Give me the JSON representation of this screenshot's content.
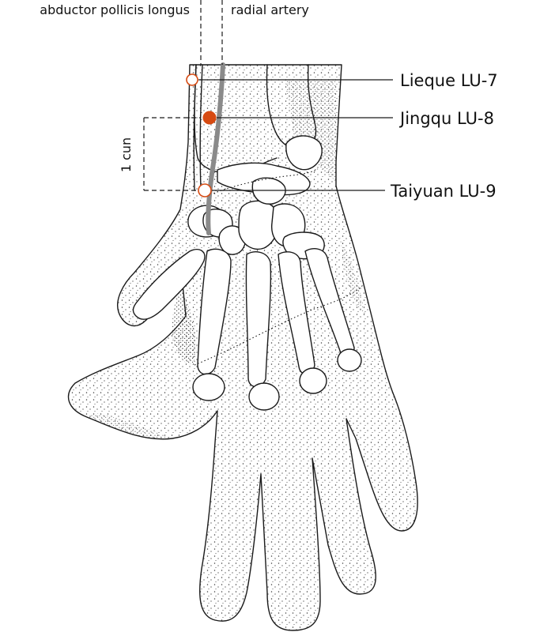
{
  "labels": {
    "tendon": "abductor pollicis longus",
    "artery": "radial artery",
    "cun": "1 cun"
  },
  "points": [
    {
      "name": "Lieque LU-7",
      "style": "hollow-half"
    },
    {
      "name": "Jingqu LU-8",
      "style": "filled"
    },
    {
      "name": "Taiyuan LU-9",
      "style": "hollow"
    }
  ],
  "colors": {
    "point_fill": "#d64a12",
    "point_stroke": "#d64a12",
    "artery": "#8a8a8a",
    "stipple": "#2a2a2a"
  }
}
